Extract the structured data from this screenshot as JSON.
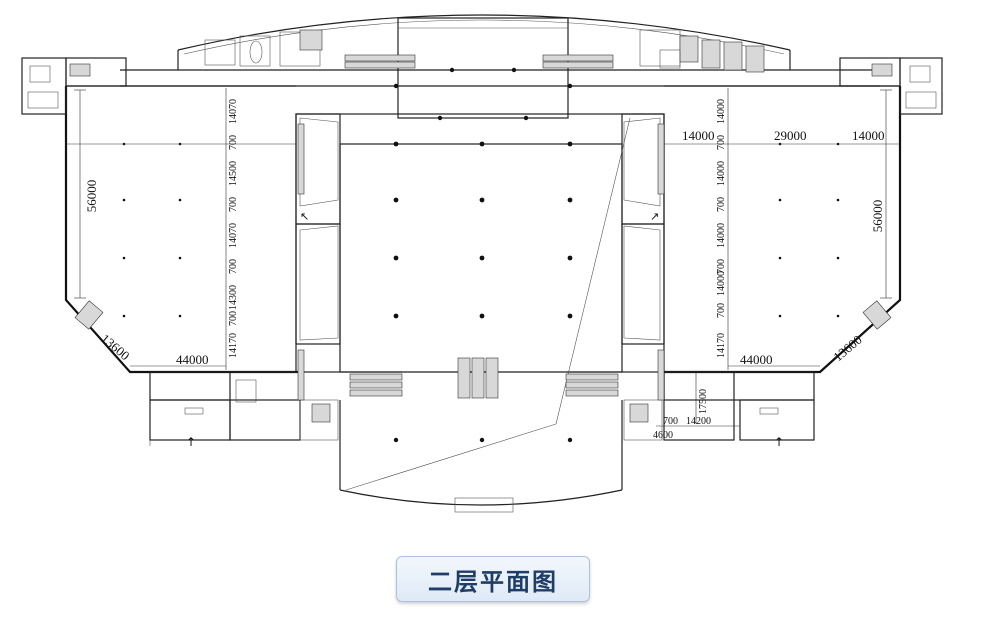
{
  "title": "二层平面图",
  "dimensions": {
    "left_span": "56000",
    "right_span": "56000",
    "left_bottom": "44000",
    "right_bottom": "44000",
    "left_diag": "13600",
    "right_diag": "13600",
    "right_top_1": "14000",
    "right_top_mid": "29000",
    "right_top_2": "14000",
    "left_col": [
      "14070",
      "700",
      "14500",
      "700",
      "14070",
      "700",
      "14300",
      "700",
      "14170"
    ],
    "right_col": [
      "14000",
      "700",
      "14000",
      "700",
      "14000",
      "700",
      "14000",
      "700",
      "14170"
    ],
    "right_low_17500": "17500",
    "right_low_700": "700",
    "right_low_14200": "14200",
    "right_low_4600": "4600"
  }
}
